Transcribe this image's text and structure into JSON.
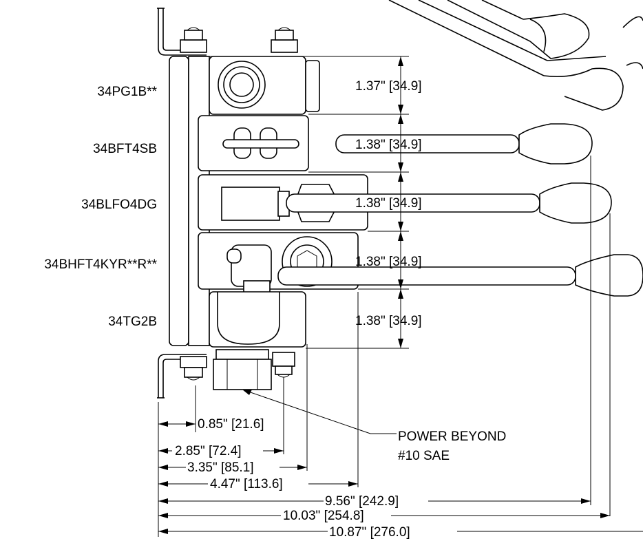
{
  "section_labels": [
    "34PG1B**",
    "34BFT4SB",
    "34BLFO4DG",
    "34BHFT4KYR**R**",
    "34TG2B"
  ],
  "vertical_dims": [
    "1.37\" [34.9]",
    "1.38\" [34.9]",
    "1.38\" [34.9]",
    "1.38\" [34.9]",
    "1.38\" [34.9]"
  ],
  "horizontal_dims": [
    "0.85\" [21.6]",
    "2.85\" [72.4]",
    "3.35\" [85.1]",
    "4.47\" [113.6]",
    "9.56\" [242.9]",
    "10.03\" [254.8]",
    "10.87\" [276.0]"
  ],
  "callout": {
    "line1": "POWER BEYOND",
    "line2": "#10 SAE"
  }
}
